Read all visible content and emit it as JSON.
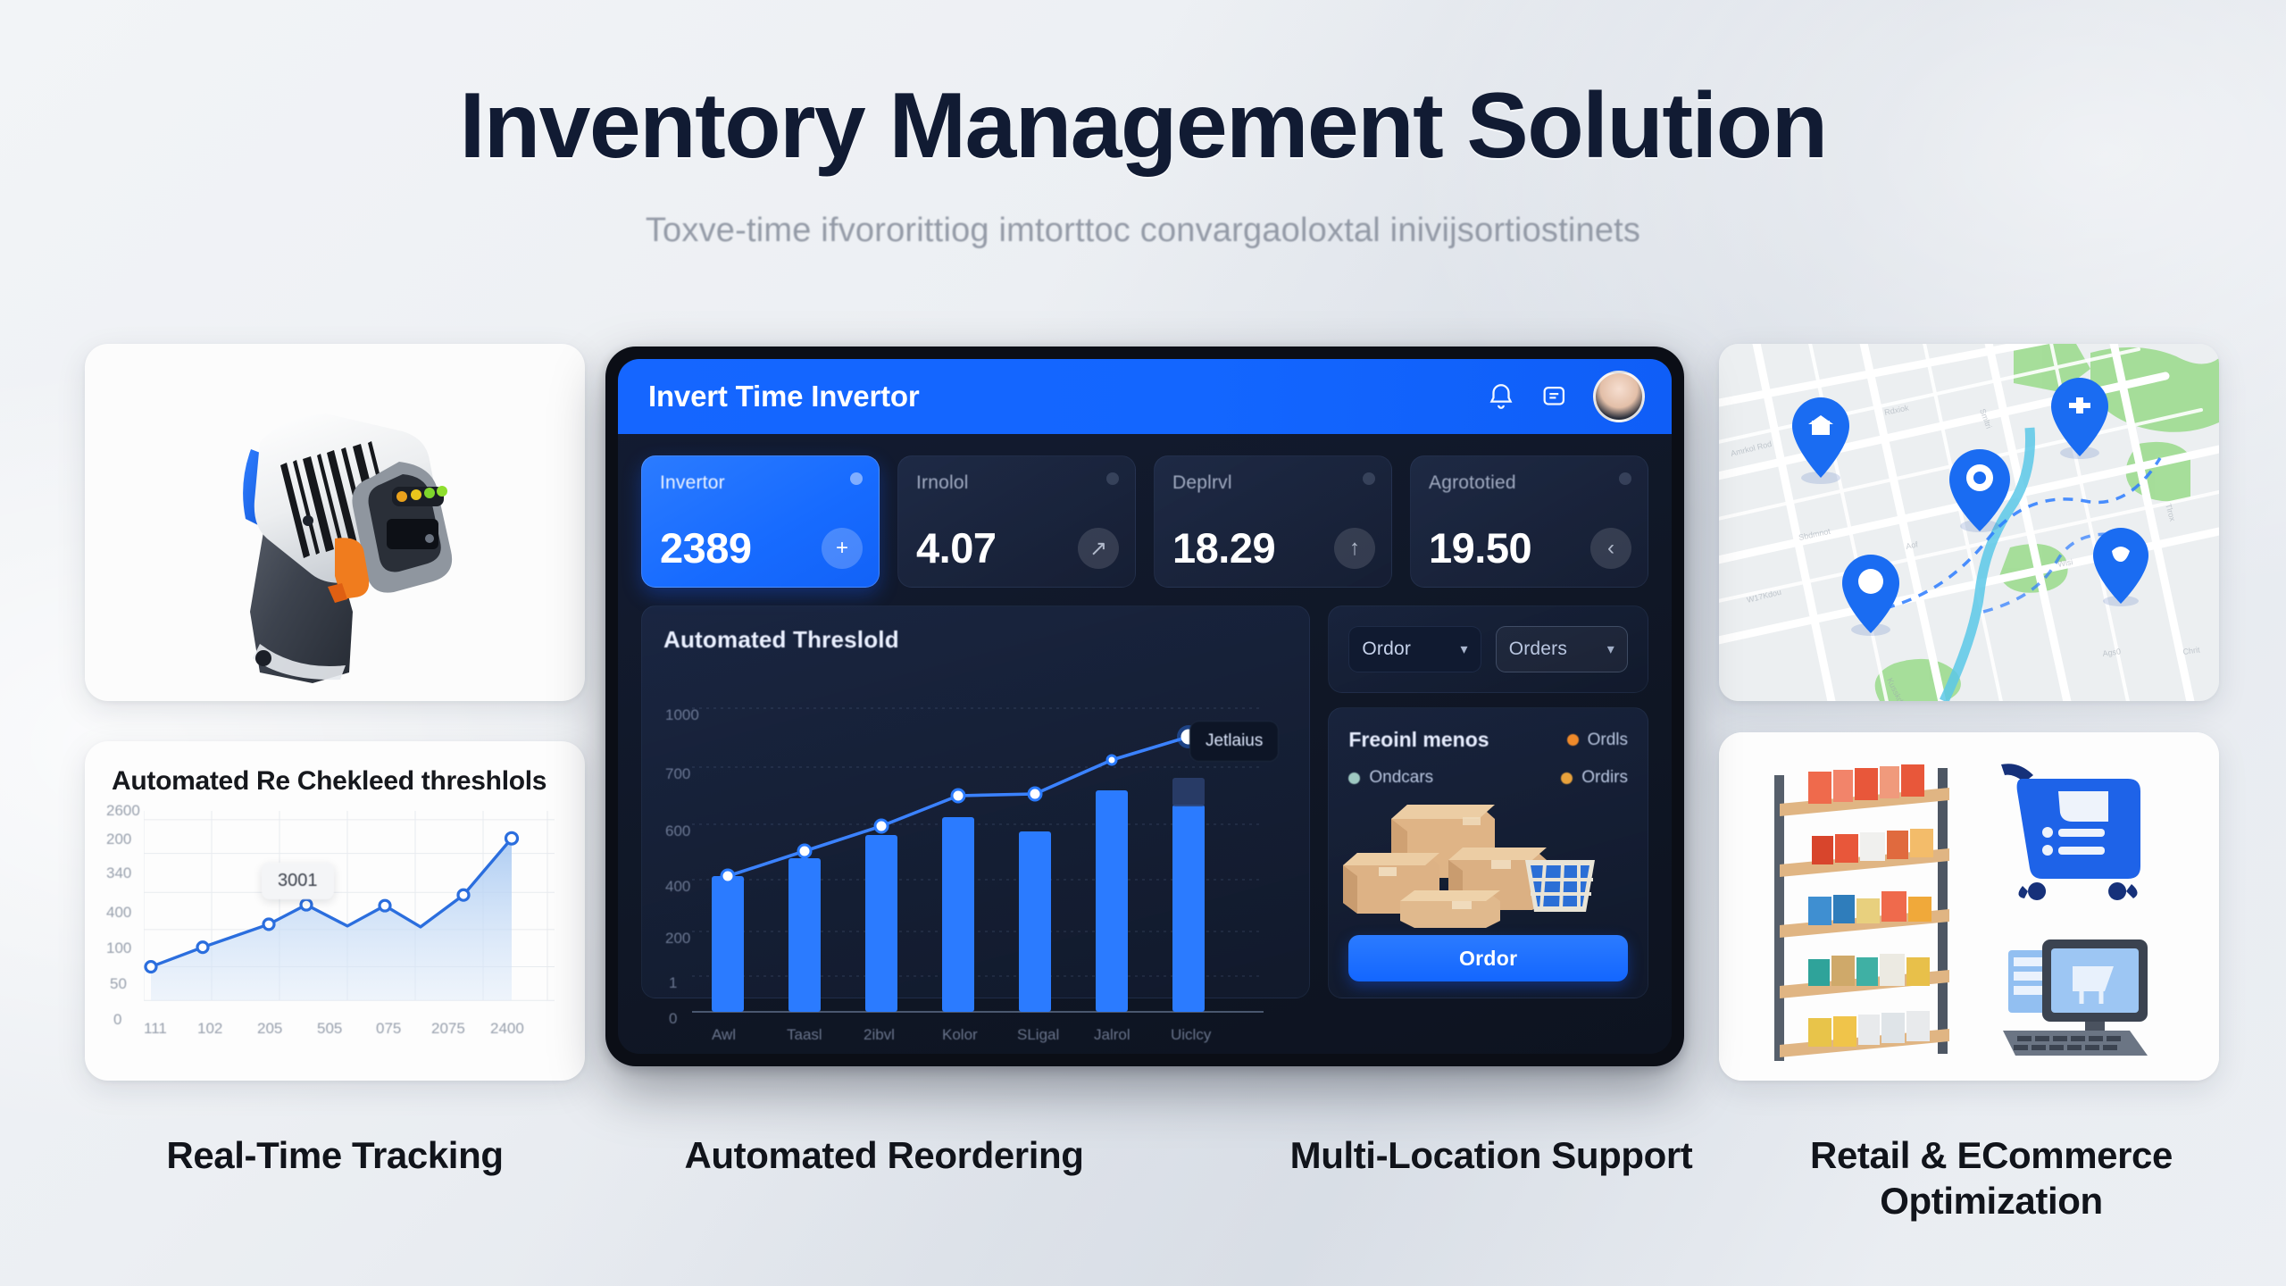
{
  "hero": {
    "title": "Inventory Management Solution",
    "subtitle": "Toxve-time ifvororittiog imtorttoc convargaoloxtal inivijsortiostinets"
  },
  "dashboard": {
    "topbar": {
      "title": "Invert Time Invertor",
      "icons": [
        "bell-icon",
        "message-icon"
      ],
      "avatar": "user-avatar"
    },
    "kpis": [
      {
        "label": "Invertor",
        "value": "2389",
        "badge": "+",
        "active": true
      },
      {
        "label": "Irnolol",
        "value": "4.07",
        "badge": "↗",
        "active": false
      },
      {
        "label": "Deplrvl",
        "value": "18.29",
        "badge": "↑",
        "active": false
      },
      {
        "label": "Agrototied",
        "value": "19.50",
        "badge": "‹",
        "active": false
      }
    ],
    "chart_panel": {
      "title": "Automated Threslold",
      "tooltip": "Jetlaius"
    },
    "filters": [
      {
        "label": "Ordor",
        "style": "dark"
      },
      {
        "label": "Orders",
        "style": "ghost"
      }
    ],
    "product_panel": {
      "title": "Freoinl menos",
      "legend": [
        {
          "label": "Ordls",
          "color": "#f08a2a"
        },
        {
          "label": "Ondcars",
          "color": "#9fc9c2"
        },
        {
          "label": "Ordirs",
          "color": "#e8a23c"
        }
      ],
      "order_button": "Ordor"
    }
  },
  "reorder_card": {
    "title": "Automated Re Chekleed threshlols",
    "tooltip": "3001"
  },
  "captions": [
    "Real-Time Tracking",
    "Automated Reordering",
    "Multi-Location Support",
    "Retail & ECommerce Optimization"
  ],
  "colors": {
    "accent_blue": "#1366ff",
    "bright_blue": "#2b7bff",
    "dark_navy": "#0d1320",
    "title_navy": "#111b33"
  },
  "chart_data": [
    {
      "type": "line",
      "id": "reorder-area-chart",
      "title": "Automated Re Chekleed threshlols",
      "xlabel": "",
      "ylabel": "",
      "categories": [
        "111",
        "102",
        "205",
        "505",
        "075",
        "2075",
        "2400"
      ],
      "ytick_labels": [
        "0",
        "50",
        "100",
        "400",
        "340",
        "200",
        "2600"
      ],
      "values": [
        52,
        105,
        185,
        330,
        170,
        320,
        168,
        395,
        600
      ],
      "x": [
        0,
        1,
        2,
        3,
        3.5,
        4,
        4.7,
        5.6,
        6.4
      ],
      "ylim": [
        0,
        700
      ],
      "grid": true,
      "legend": "none",
      "annotation": "3001",
      "line_color": "#2b6ede",
      "fill": "#cfe0f7"
    },
    {
      "type": "bar",
      "id": "automated-threshold-chart",
      "title": "Automated Threslold",
      "xlabel": "",
      "ylabel": "",
      "categories": [
        "Awl",
        "Taasl",
        "2ibvl",
        "Kolor",
        "SLigal",
        "Jalrol",
        "Uiclcy"
      ],
      "ytick_labels": [
        "0",
        "1",
        "200",
        "400",
        "600",
        "700",
        "1000"
      ],
      "series": [
        {
          "name": "bars",
          "type": "bar",
          "values": [
            300,
            360,
            440,
            490,
            455,
            610,
            640
          ]
        },
        {
          "name": "line",
          "type": "line",
          "values": [
            400,
            470,
            550,
            600,
            600,
            660,
            700
          ]
        }
      ],
      "ylim": [
        0,
        1000
      ],
      "grid": true,
      "legend": "none",
      "annotation": "Jetlaius",
      "bar_color": "#2b7bff",
      "line_color": "#3b82ff"
    }
  ]
}
